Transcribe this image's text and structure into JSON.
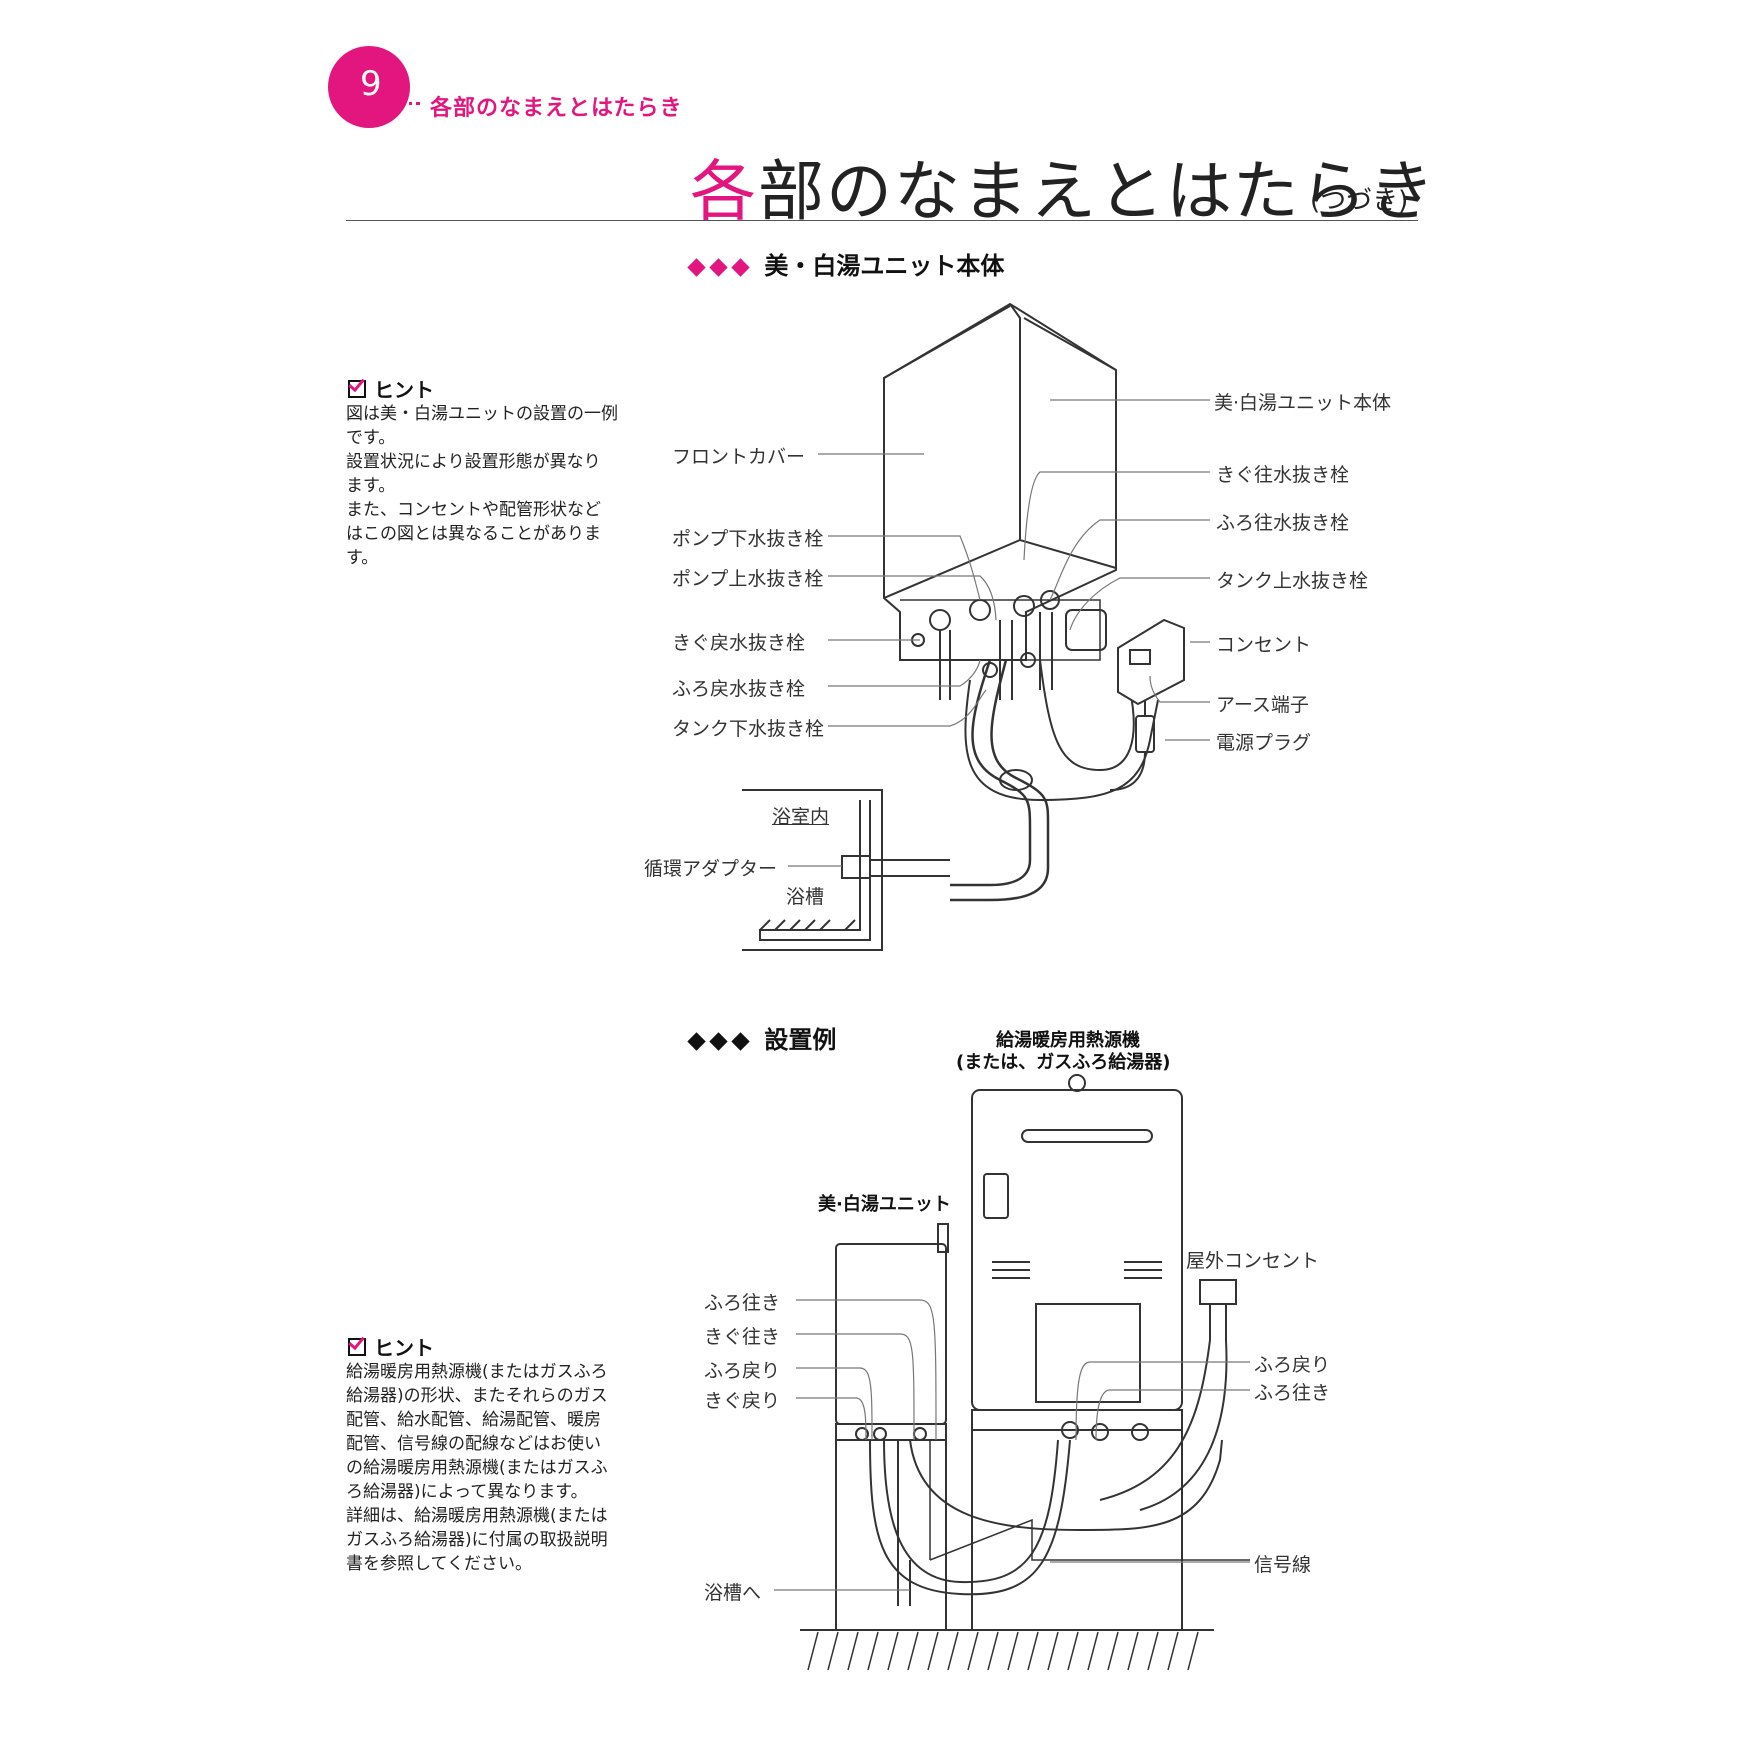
{
  "header": {
    "page_number": "9",
    "section_name": "各部のなまえとはたらき",
    "title_first_char": "各",
    "title_rest": "部のなまえとはたらき",
    "title_suffix": "(つづき)"
  },
  "section1": {
    "heading": "美・白湯ユニット本体",
    "hint_title": "ヒント",
    "hint_lines": [
      "図は美・白湯ユニットの設置の一例",
      "です。",
      "設置状況により設置形態が異なり",
      "ます。",
      "また、コンセントや配管形状など",
      "はこの図とは異なることがありま",
      "す。"
    ],
    "labels": {
      "unit_body": "美·白湯ユニット本体",
      "front_cover": "フロントカバー",
      "kigu_out_drain": "きぐ往水抜き栓",
      "furo_out_drain": "ふろ往水抜き栓",
      "pump_lower_drain": "ポンプ下水抜き栓",
      "pump_upper_drain": "ポンプ上水抜き栓",
      "tank_upper_drain": "タンク上水抜き栓",
      "outlet": "コンセント",
      "kigu_return_drain": "きぐ戻水抜き栓",
      "earth_terminal": "アース端子",
      "furo_return_drain": "ふろ戻水抜き栓",
      "power_plug": "電源プラグ",
      "tank_lower_drain": "タンク下水抜き栓",
      "bathroom_inside": "浴室内",
      "circulation_adapter": "循環アダプター",
      "bathtub": "浴槽"
    }
  },
  "section2": {
    "heading": "設置例",
    "hint_title": "ヒント",
    "hint_lines": [
      "給湯暖房用熱源機(またはガスふろ",
      "給湯器)の形状、またそれらのガス",
      "配管、給水配管、給湯配管、暖房",
      "配管、信号線の配線などはお使い",
      "の給湯暖房用熱源機(またはガスふ",
      "ろ給湯器)によって異なります。",
      "詳細は、給湯暖房用熱源機(または",
      "ガスふろ給湯器)に付属の取扱説明",
      "書を参照してください。"
    ],
    "heater_title_1": "給湯暖房用熱源機",
    "heater_title_2": "(または、ガスふろ給湯器)",
    "unit_title": "美·白湯ユニット",
    "labels": {
      "outdoor_outlet": "屋外コンセント",
      "furo_out_left": "ふろ往き",
      "kigu_out_left": "きぐ往き",
      "furo_return_left": "ふろ戻り",
      "kigu_return_left": "きぐ戻り",
      "furo_return_right": "ふろ戻り",
      "furo_out_right": "ふろ往き",
      "signal_line": "信号線",
      "to_bathtub": "浴槽へ"
    }
  },
  "colors": {
    "accent": "#e3157f",
    "text": "#222222",
    "line": "#333333"
  }
}
